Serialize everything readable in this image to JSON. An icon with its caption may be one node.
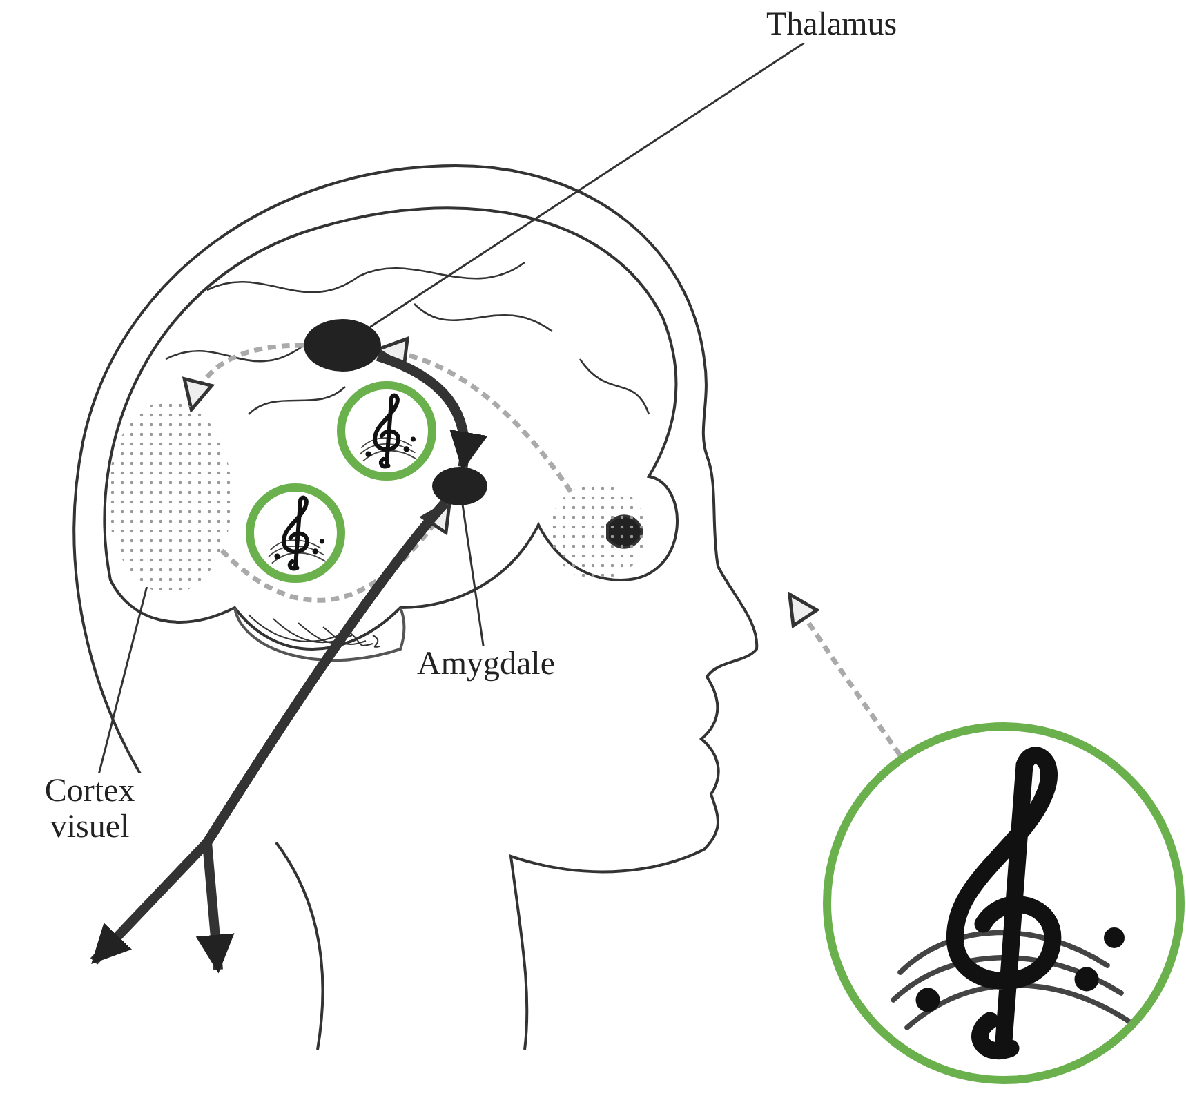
{
  "diagram": {
    "nodes": [
      {
        "text": [
          "Thalamus"
        ]
      },
      {
        "text": [],
        "shape": "circle"
      },
      {
        "text": [],
        "shape": "picture"
      },
      {
        "text": [],
        "shape": "picture"
      },
      {
        "text": [],
        "shape": "picture"
      },
      {
        "text": [],
        "shape": "circle"
      },
      {
        "text": [
          "Amygdale"
        ]
      },
      {
        "text": [
          "Cortex visuel"
        ]
      },
      {
        "text": [],
        "shape": "picture"
      },
      {
        "text": [],
        "shape": "picture"
      }
    ],
    "edges": [
      {
        "from": 0,
        "to": 1,
        "arrow": "none"
      },
      {
        "from": 3,
        "to": 1,
        "arrow": "to",
        "style": "dashed",
        "color": "#aaaaaa"
      },
      {
        "from": 1,
        "to": 8,
        "arrow": "to",
        "style": "dashed",
        "color": "#aaaaaa"
      },
      {
        "from": 8,
        "to": 5,
        "arrow": "to",
        "style": "dashed",
        "color": "#aaaaaa"
      },
      {
        "from": 1,
        "to": 5,
        "arrow": "to",
        "style": "thick"
      },
      {
        "from": 6,
        "to": 5,
        "arrow": "none"
      },
      {
        "from": 7,
        "to": 8,
        "arrow": "none"
      },
      {
        "from": 5,
        "to": null,
        "arrow": "to",
        "style": "thick"
      },
      {
        "from": 5,
        "to": null,
        "arrow": "to",
        "style": "thick"
      },
      {
        "from": 9,
        "to": null,
        "arrow": "to",
        "style": "dashed",
        "color": "#aaaaaa"
      }
    ]
  }
}
